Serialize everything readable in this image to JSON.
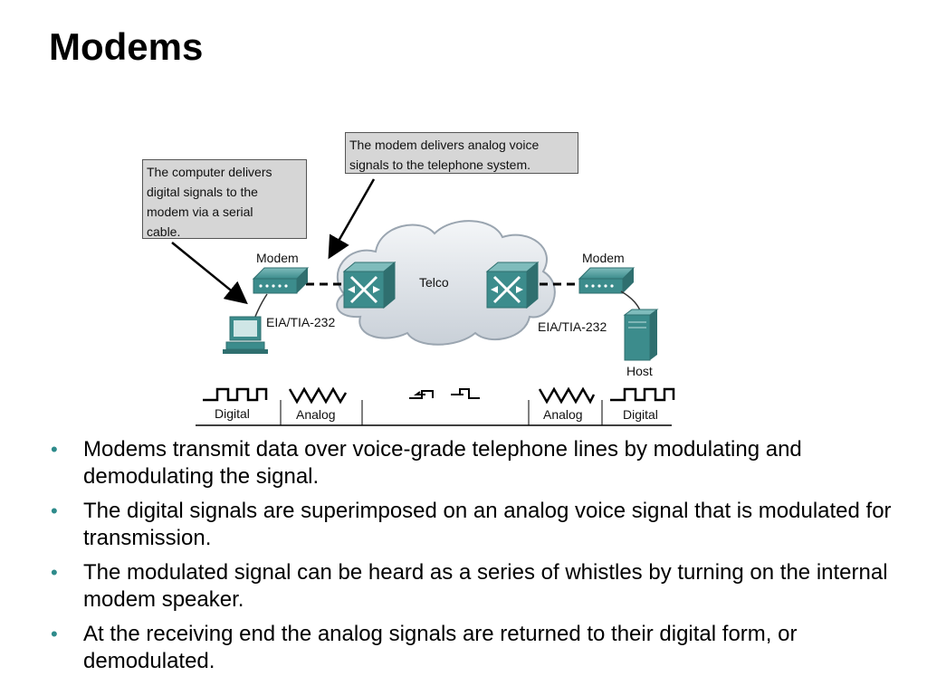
{
  "title": "Modems",
  "diagram": {
    "callout_computer": [
      "The computer delivers",
      "digital signals to the",
      "modem via a serial",
      "cable."
    ],
    "callout_modem": [
      "The modem delivers analog voice",
      "signals to the telephone system."
    ],
    "modem_left_label": "Modem",
    "modem_right_label": "Modem",
    "interface_left_label": "EIA/TIA-232",
    "interface_right_label": "EIA/TIA-232",
    "cloud_label": "Telco",
    "host_label": "Host",
    "signal_labels": {
      "digital_left": "Digital",
      "analog_left": "Analog",
      "analog_right": "Analog",
      "digital_right": "Digital"
    },
    "colors": {
      "device_teal": "#3c8c8c",
      "cloud_fill": "#e4e8ec",
      "callout_fill": "#d6d6d6",
      "bullet": "#2e8b8b"
    }
  },
  "bullets": [
    "Modems transmit data over voice-grade telephone lines by modulating and demodulating the signal.",
    "The digital signals are superimposed on an analog voice signal that is modulated for transmission.",
    "The modulated signal can be heard as a series of whistles by turning on the internal modem speaker.",
    "At the receiving end the analog signals are returned to their digital form, or demodulated."
  ]
}
